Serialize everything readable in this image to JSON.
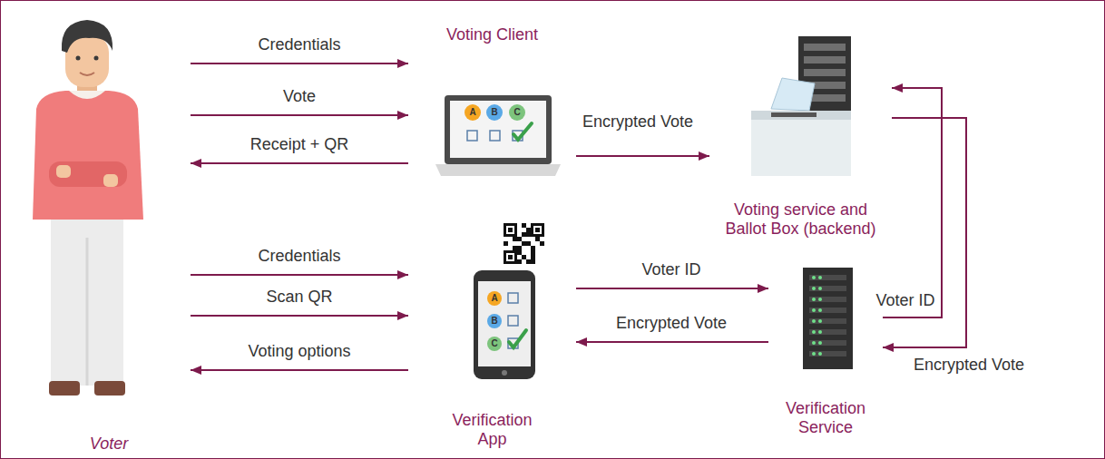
{
  "diagram": {
    "nodes": [
      {
        "text": [
          "Voter"
        ]
      },
      {
        "text": [
          "Voting Client"
        ]
      },
      {
        "text": [
          "Voting service and Ballot Box (backend)"
        ]
      },
      {
        "text": [
          "Verification App"
        ]
      },
      {
        "text": [
          "Verification Service"
        ]
      }
    ],
    "edges": [
      {
        "from": 0,
        "to": 1,
        "label": "Credentials",
        "arrow": "to"
      },
      {
        "from": 0,
        "to": 1,
        "label": "Vote",
        "arrow": "to"
      },
      {
        "from": 1,
        "to": 0,
        "label": "Receipt + QR",
        "arrow": "to"
      },
      {
        "from": 1,
        "to": 2,
        "label": "Encrypted Vote",
        "arrow": "to"
      },
      {
        "from": 0,
        "to": 3,
        "label": "Credentials",
        "arrow": "to"
      },
      {
        "from": 0,
        "to": 3,
        "label": "Scan QR",
        "arrow": "to"
      },
      {
        "from": 3,
        "to": 0,
        "label": "Voting options",
        "arrow": "to"
      },
      {
        "from": 3,
        "to": 4,
        "label": "Voter ID",
        "arrow": "to"
      },
      {
        "from": 4,
        "to": 3,
        "label": "Encrypted Vote",
        "arrow": "to"
      },
      {
        "from": 4,
        "to": 2,
        "label": "Voter ID",
        "arrow": "to"
      },
      {
        "from": 2,
        "to": 4,
        "label": "Encrypted Vote",
        "arrow": "to"
      }
    ],
    "labels": [
      "A",
      "B",
      "C",
      "A",
      "B",
      "C"
    ]
  }
}
